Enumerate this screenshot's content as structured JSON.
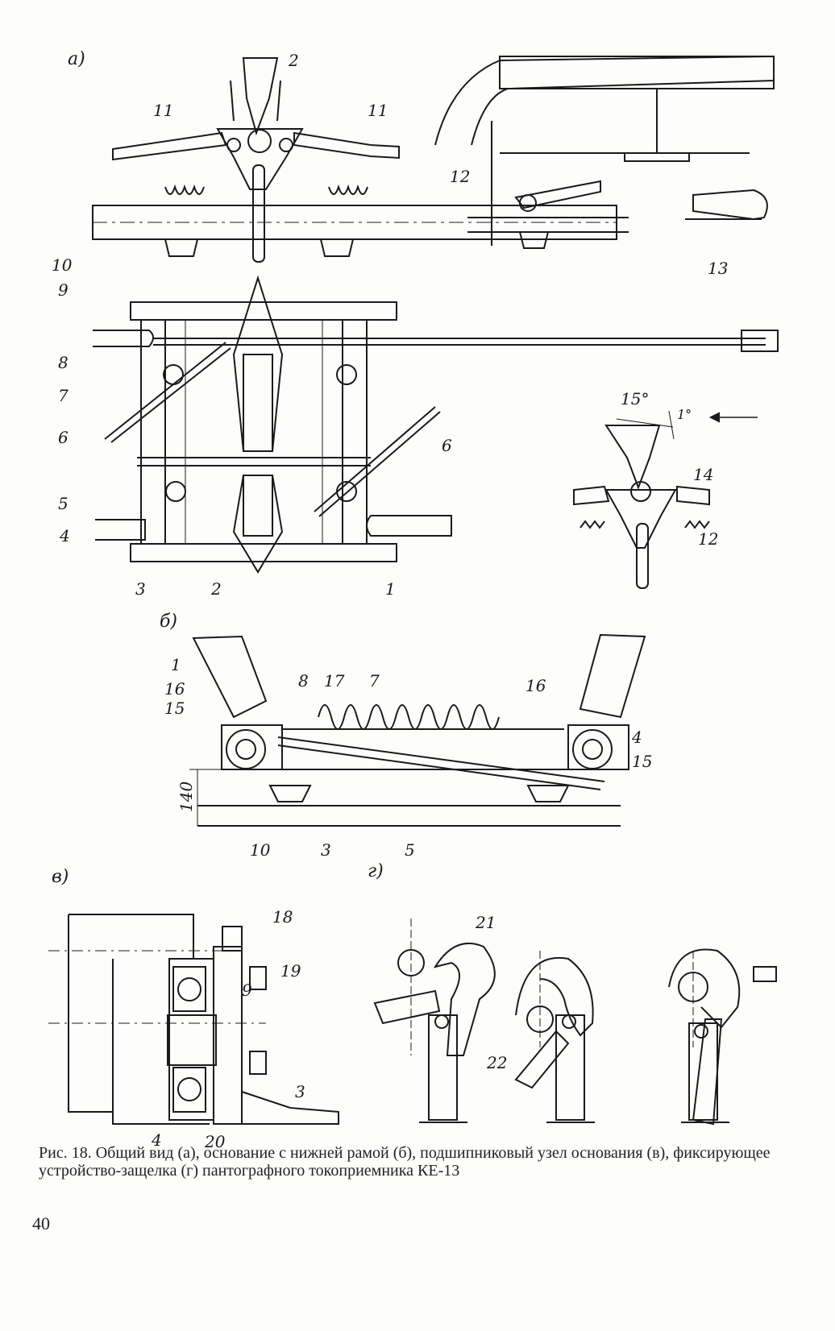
{
  "panels": {
    "a": "а)",
    "b": "б)",
    "v": "в)",
    "g": "г)"
  },
  "labels": {
    "a": [
      "1",
      "2",
      "3",
      "4",
      "5",
      "6",
      "6",
      "7",
      "8",
      "9",
      "10",
      "11",
      "11",
      "2",
      "12",
      "12",
      "13",
      "14"
    ],
    "b": [
      "1",
      "16",
      "15",
      "8",
      "17",
      "7",
      "16",
      "4",
      "15",
      "10",
      "3",
      "5"
    ],
    "v": [
      "18",
      "19",
      "9",
      "3",
      "4",
      "20"
    ],
    "g": [
      "21",
      "22"
    ]
  },
  "dimensions": {
    "angle": "15°",
    "small_angle": "1°",
    "height": "140"
  },
  "caption": "Рис. 18. Общий вид (а), основание с нижней рамой (б), подшипниковый узел основания (в), фиксирующее устройство-защелка (г) пантографного токоприемника КЕ-13",
  "page_number": "40"
}
